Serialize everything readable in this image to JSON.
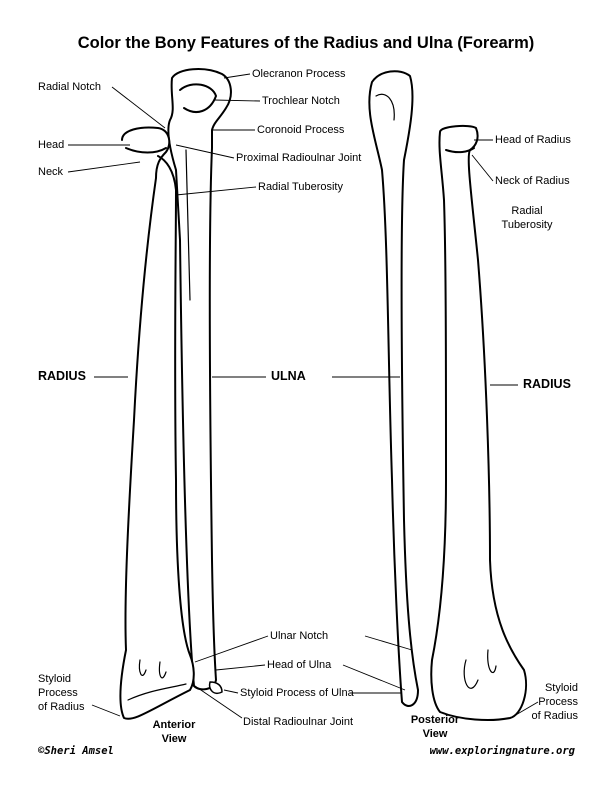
{
  "title": "Color the Bony Features of the Radius and Ulna (Forearm)",
  "anterior": {
    "view_label": [
      "Anterior",
      "View"
    ],
    "labels": {
      "radial_notch": "Radial Notch",
      "head": "Head",
      "neck": "Neck",
      "olecranon": "Olecranon Process",
      "trochlear": "Trochlear Notch",
      "coronoid": "Coronoid Process",
      "proximal_joint": "Proximal Radioulnar Joint",
      "radial_tuberosity": "Radial Tuberosity",
      "radius": "RADIUS",
      "ulna": "ULNA",
      "ulnar_notch": "Ulnar Notch",
      "head_ulna": "Head of Ulna",
      "styloid_ulna": "Styloid Process of Ulna",
      "distal_joint": "Distal Radioulnar Joint",
      "styloid_radius": [
        "Styloid",
        "Process",
        "of Radius"
      ]
    }
  },
  "posterior": {
    "view_label": [
      "Posterior",
      "View"
    ],
    "labels": {
      "head_radius": "Head of Radius",
      "neck_radius": "Neck of Radius",
      "radial_tuberosity": [
        "Radial",
        "Tuberosity"
      ],
      "radius": "RADIUS",
      "styloid_radius": [
        "Styloid",
        "Process",
        "of Radius"
      ]
    }
  },
  "footer": {
    "copyright": "©Sheri Amsel",
    "website": "www.exploringnature.org"
  }
}
